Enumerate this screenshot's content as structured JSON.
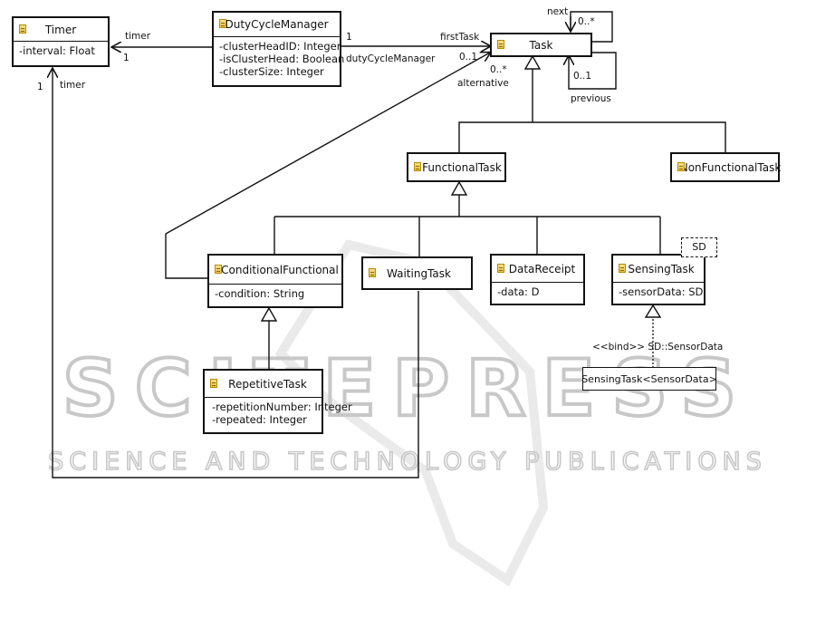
{
  "watermark": {
    "main": "SCITEPRESS",
    "sub": "SCIENCE AND TECHNOLOGY PUBLICATIONS"
  },
  "classes": {
    "timer": {
      "name": "Timer",
      "attrs": [
        "-interval: Float"
      ]
    },
    "duty": {
      "name": "DutyCycleManager",
      "attrs": [
        "-clusterHeadID: Integer",
        "-isClusterHead: Boolean",
        "-clusterSize: Integer"
      ]
    },
    "task": {
      "name": "Task"
    },
    "functional": {
      "name": "FunctionalTask"
    },
    "nonfunctional": {
      "name": "NonFunctionalTask"
    },
    "conditional": {
      "name": "ConditionalFunctional",
      "attrs": [
        "-condition: String"
      ]
    },
    "waiting": {
      "name": "WaitingTask"
    },
    "datareceipt": {
      "name": "DataReceipt",
      "attrs": [
        "-data: D"
      ]
    },
    "sensing": {
      "name": "SensingTask",
      "attrs": [
        "-sensorData: SD"
      ]
    },
    "repetitive": {
      "name": "RepetitiveTask",
      "attrs": [
        "-repetitionNumber: Integer",
        "-repeated: Integer"
      ]
    }
  },
  "template_param": "SD",
  "bound_class": "SensingTask<SensorData>",
  "labels": {
    "timer_role_top": "timer",
    "timer_mult_top": "1",
    "timer_mult_left": "1",
    "timer_role_left": "timer",
    "duty_mult": "1",
    "first_task": "firstTask",
    "duty_cycle_manager": "dutyCycleManager",
    "task_mult_01": "0..1",
    "next": "next",
    "next_mult": "0..*",
    "previous_mult": "0..1",
    "previous": "previous",
    "alt_mult": "0..*",
    "alternative": "alternative",
    "bind": "<<bind>> SD::SensorData"
  }
}
